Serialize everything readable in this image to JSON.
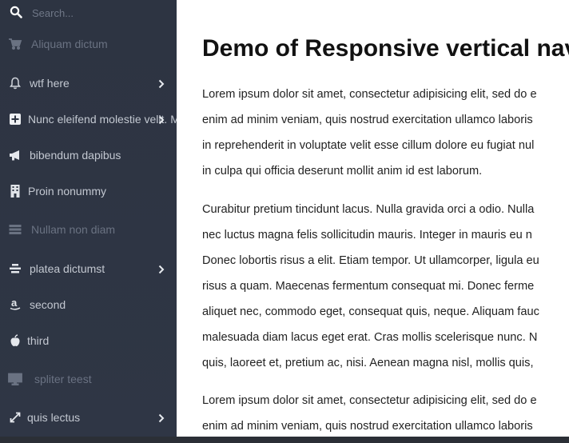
{
  "search": {
    "placeholder": "Search..."
  },
  "sidebar": {
    "items": [
      {
        "label": "Aliquam dictum",
        "icon": "cart-icon",
        "dim": true,
        "chevron": false
      },
      {
        "label": "wtf here",
        "icon": "bell-icon",
        "dim": false,
        "chevron": true
      },
      {
        "label": "Nunc eleifend molestie velit. M",
        "icon": "plus-square-icon",
        "dim": false,
        "chevron": true
      },
      {
        "label": "bibendum dapibus",
        "icon": "megaphone-icon",
        "dim": false,
        "chevron": false
      },
      {
        "label": "Proin nonummy",
        "icon": "building-icon",
        "dim": false,
        "chevron": false
      },
      {
        "label": "Nullam non diam",
        "icon": "list-icon",
        "dim": true,
        "chevron": false
      },
      {
        "label": "platea dictumst",
        "icon": "stack-icon",
        "dim": false,
        "chevron": true
      },
      {
        "label": "second",
        "icon": "amazon-icon",
        "dim": false,
        "chevron": false
      },
      {
        "label": "third",
        "icon": "apple-icon",
        "dim": false,
        "chevron": false
      },
      {
        "label": "spliter teest",
        "icon": "monitor-icon",
        "dim": true,
        "chevron": false
      },
      {
        "label": "quis lectus",
        "icon": "expand-icon",
        "dim": false,
        "chevron": true
      }
    ]
  },
  "main": {
    "title": "Demo of Responsive vertical nav",
    "paragraphs": [
      [
        "Lorem ipsum dolor sit amet, consectetur adipisicing elit, sed do e",
        "enim ad minim veniam, quis nostrud exercitation ullamco laboris",
        "in reprehenderit in voluptate velit esse cillum dolore eu fugiat nul",
        "in culpa qui officia deserunt mollit anim id est laborum."
      ],
      [
        "Curabitur pretium tincidunt lacus. Nulla gravida orci a odio. Nulla",
        "nec luctus magna felis sollicitudin mauris. Integer in mauris eu n",
        "Donec lobortis risus a elit. Etiam tempor. Ut ullamcorper, ligula eu",
        "risus a quam. Maecenas fermentum consequat mi. Donec ferme",
        "aliquet nec, commodo eget, consequat quis, neque. Aliquam fauc",
        "malesuada diam lacus eget erat. Cras mollis scelerisque nunc. N",
        "quis, laoreet et, pretium ac, nisi. Aenean magna nisl, mollis quis, ",
        ""
      ],
      [
        "Lorem ipsum dolor sit amet, consectetur adipisicing elit, sed do e",
        "enim ad minim veniam, quis nostrud exercitation ullamco laboris"
      ]
    ]
  }
}
